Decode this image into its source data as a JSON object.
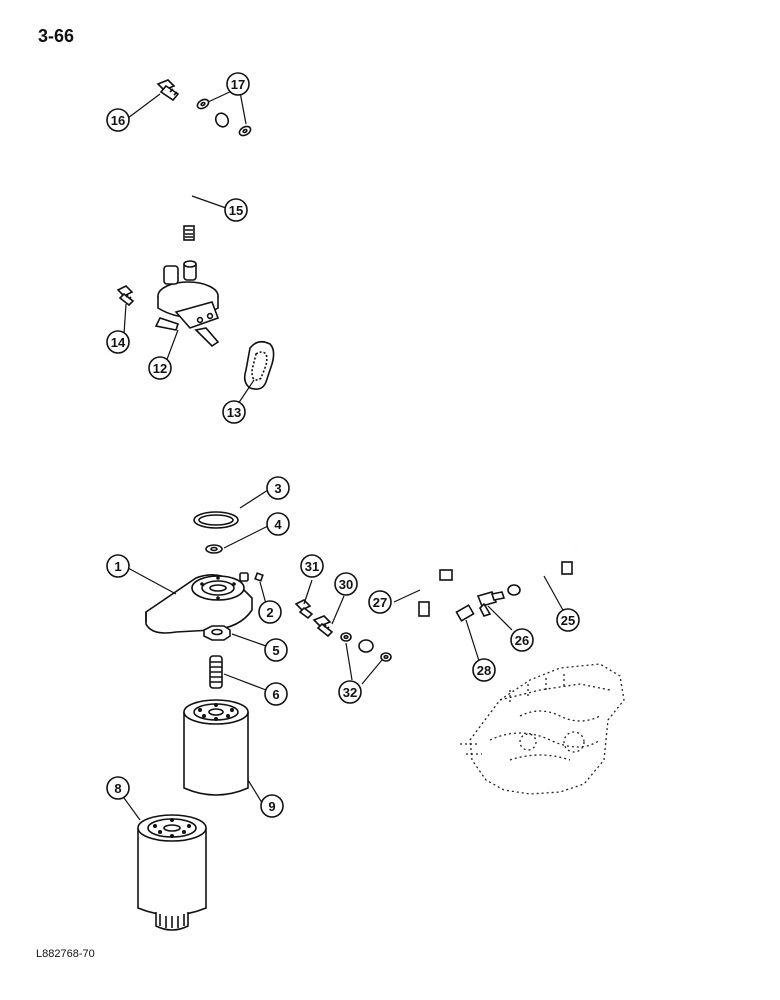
{
  "page": {
    "page_number": "3-66",
    "figure_code": "L882768-70"
  },
  "callouts": {
    "c1": "1",
    "c2": "2",
    "c3": "3",
    "c4": "4",
    "c5": "5",
    "c6": "6",
    "c8": "8",
    "c9": "9",
    "c12": "12",
    "c13": "13",
    "c14": "14",
    "c15": "15",
    "c16": "16",
    "c17": "17",
    "c25": "25",
    "c26": "26",
    "c27": "27",
    "c28": "28",
    "c30": "30",
    "c31": "31",
    "c32": "32"
  }
}
